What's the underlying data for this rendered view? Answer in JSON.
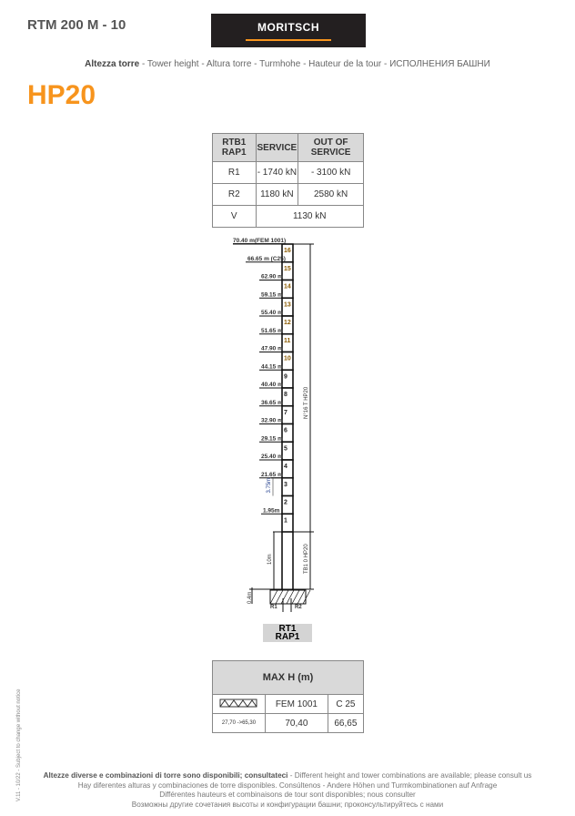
{
  "header": {
    "model": "RTM 200 M - 10",
    "logo": "MORITSCH",
    "subtitle_bold": "Altezza torre",
    "subtitle_rest": " - Tower height - Altura torre -  Turmhohe - Hauteur de la tour - ИСПОЛНЕНИЯ БАШНИ"
  },
  "title": "HP20",
  "reactions": {
    "headers": [
      "RTB1 RAP1",
      "SERVICE",
      "OUT OF SERVICE"
    ],
    "rows": [
      [
        "R1",
        "- 1740 kN",
        "- 3100 kN"
      ],
      [
        "R2",
        "1180 kN",
        "2580 kN"
      ]
    ],
    "v_row": [
      "V",
      "1130 kN"
    ]
  },
  "tower": {
    "top_label": "70.40 m(FEM 1001)",
    "c25_label": "66.65 m  (C25)",
    "heights": [
      "62.90 m",
      "59.15 m",
      "55.40 m",
      "51.65 m",
      "47.90 m",
      "44.15 m",
      "40.40 m",
      "36.65 m",
      "32.90 m",
      "29.15 m",
      "25.40 m",
      "21.65 m"
    ],
    "segments": [
      "16",
      "15",
      "14",
      "13",
      "12",
      "11",
      "10",
      "9",
      "8",
      "7",
      "6",
      "5",
      "4",
      "3",
      "2",
      "1"
    ],
    "first_label": "1.95m",
    "seg_dim": "3.75m",
    "base_dim": "10m",
    "found_dim": "0.4m",
    "mast_label": "N°16 T HP20",
    "base_label": "TB1 0 HP20",
    "r1": "R1",
    "r2": "R2",
    "base_name_1": "RT1",
    "base_name_2": "RAP1"
  },
  "max_h": {
    "title": "MAX H (m)",
    "cols": [
      "FEM 1001",
      "C 25"
    ],
    "row_label": "27,70 ->65,30",
    "values": [
      "70,40",
      "66,65"
    ]
  },
  "side_note": "V.11 - 10/22 - Subject to change without notice",
  "footer": {
    "bold": "Altezze diverse e combinazioni di torre sono disponibili; consultateci",
    "line1_rest": " - Different height and tower combinations are available; please consult us",
    "line2": "Hay diferentes alturas y combinaciones de torre disponibles. Consúltenos - Andere Höhen und Turmkombinationen auf Anfrage",
    "line3": "Différentes hauteurs et combinaisons de tour sont disponibles; nous consulter",
    "line4": "Возможны другие сочетания высоты и конфигурации башни; проконсультируйтесь с нами"
  },
  "colors": {
    "accent": "#f7941d"
  }
}
